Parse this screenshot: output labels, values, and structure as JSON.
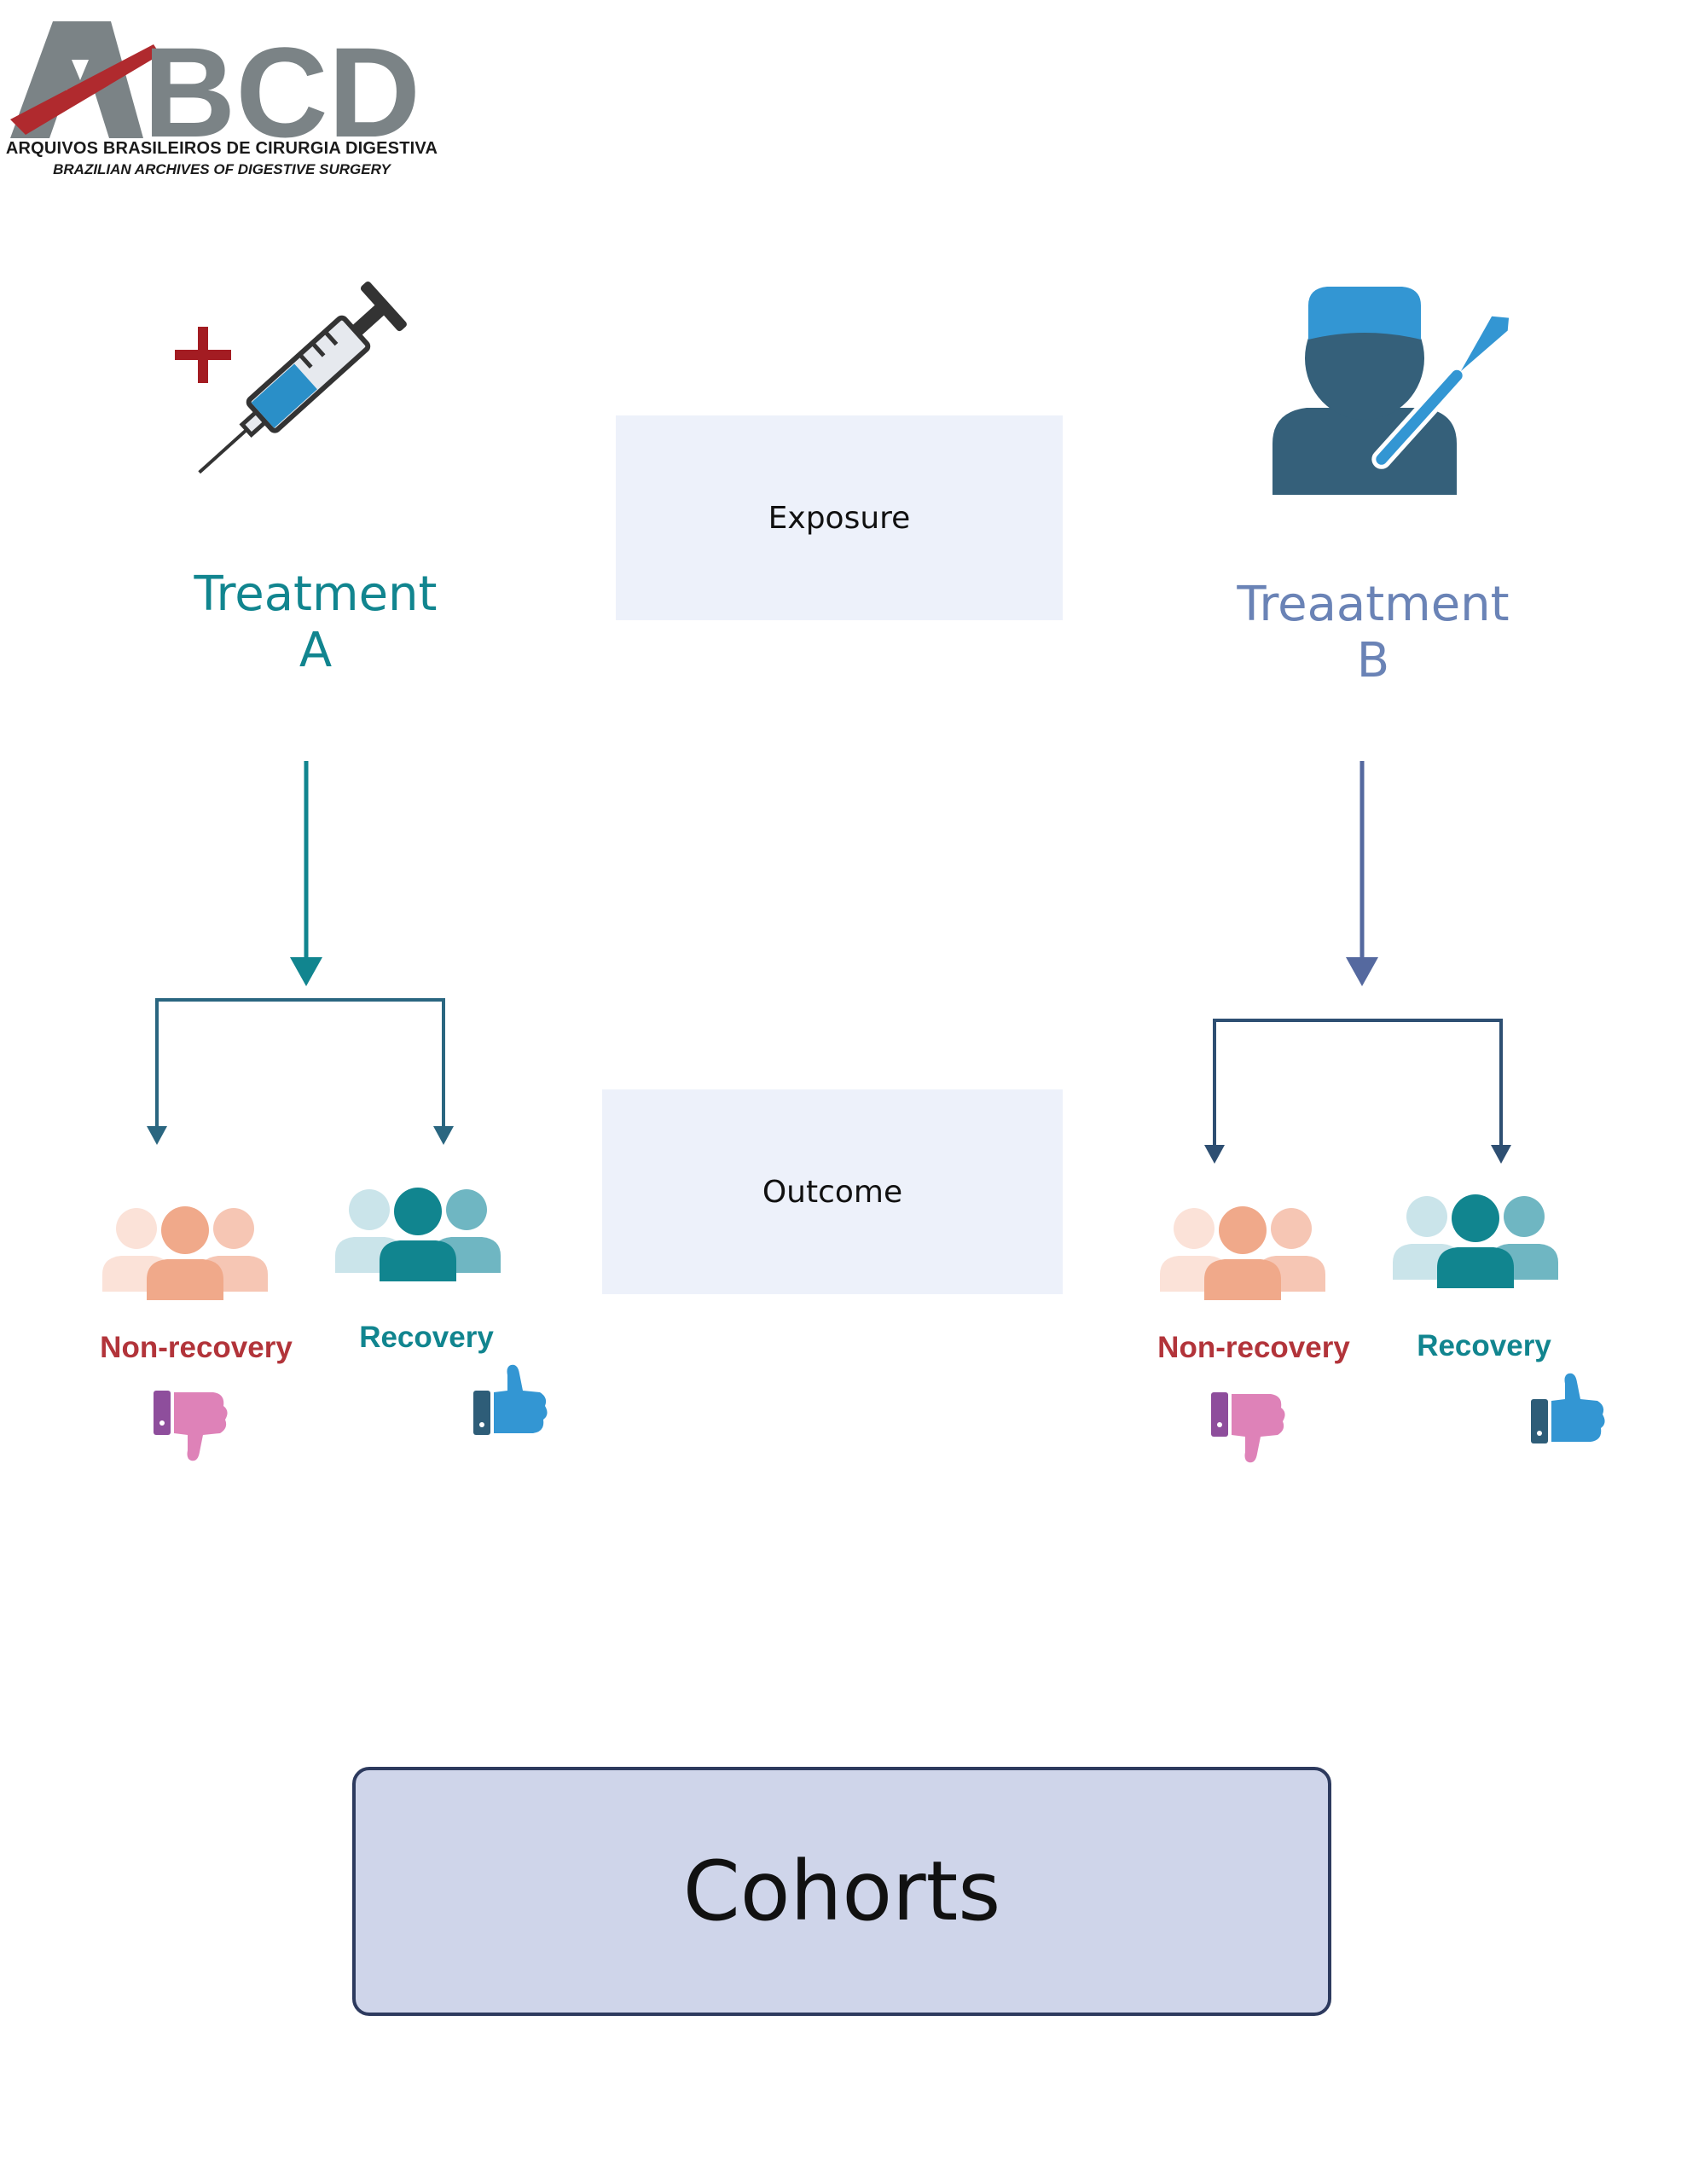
{
  "logo": {
    "mark": "ABCD",
    "line1": "ARQUIVOS BRASILEIROS DE CIRURGIA DIGESTIVA",
    "line2": "BRAZILIAN ARCHIVES OF DIGESTIVE SURGERY"
  },
  "arms": {
    "a": {
      "label": "Treatment\nA",
      "icon": "syringe-icon",
      "non_recovery": "Non-recovery",
      "recovery": "Recovery"
    },
    "b": {
      "label": "Treaatment\nB",
      "icon": "surgeon-icon",
      "non_recovery": "Non-recovery",
      "recovery": "Recovery"
    }
  },
  "phases": {
    "exposure": "Exposure",
    "outcome": "Outcome"
  },
  "title": "Cohorts",
  "colors": {
    "teal": "#11858f",
    "slate_blue": "#55699f",
    "dark_red": "#b2343a",
    "peach": "#f0a98a",
    "pink": "#de82b8",
    "blue": "#3396d3",
    "box_fill": "#edf1fa",
    "cohorts_fill": "#cfd5ea",
    "cohorts_border": "#2d3a5e"
  }
}
